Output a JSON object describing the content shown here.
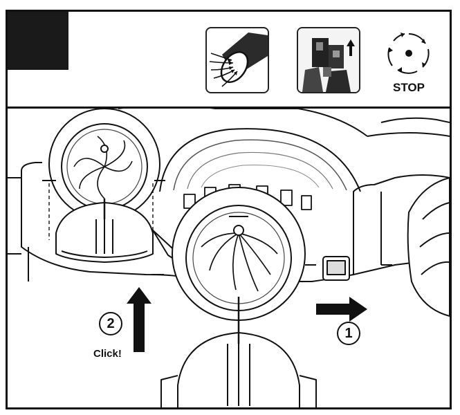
{
  "header": {
    "icons": [
      {
        "name": "suction-tube-icon"
      },
      {
        "name": "lift-device-icon"
      },
      {
        "name": "stop-rotation-icon"
      }
    ],
    "stop_label": "STOP"
  },
  "steps": [
    {
      "number": "1"
    },
    {
      "number": "2"
    }
  ],
  "click_label": "Click!",
  "colors": {
    "ink": "#111111",
    "background": "#ffffff",
    "shade": "#dcdcdc"
  }
}
